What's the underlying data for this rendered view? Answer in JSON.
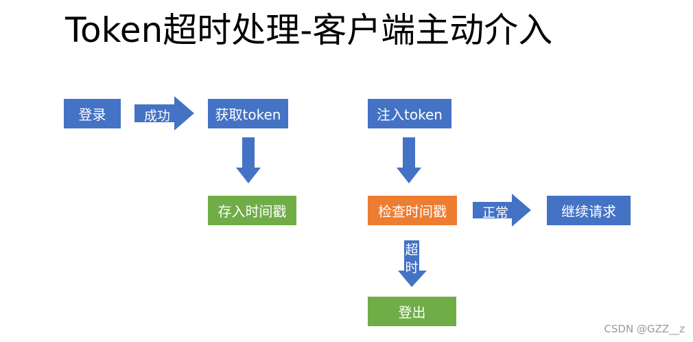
{
  "title": "Token超时处理-客户端主动介入",
  "nodes": {
    "login": "登录",
    "get_token": "获取token",
    "store_timestamp": "存入时间戳",
    "inject_token": "注入token",
    "check_timestamp": "检查时间戳",
    "continue_request": "继续请求",
    "logout": "登出"
  },
  "edges": {
    "success": "成功",
    "normal": "正常",
    "timeout_1": "超",
    "timeout_2": "时"
  },
  "watermark": "CSDN @GZZ__z",
  "colors": {
    "blue": "#4472c4",
    "green": "#70ad47",
    "orange": "#ed7d31"
  }
}
